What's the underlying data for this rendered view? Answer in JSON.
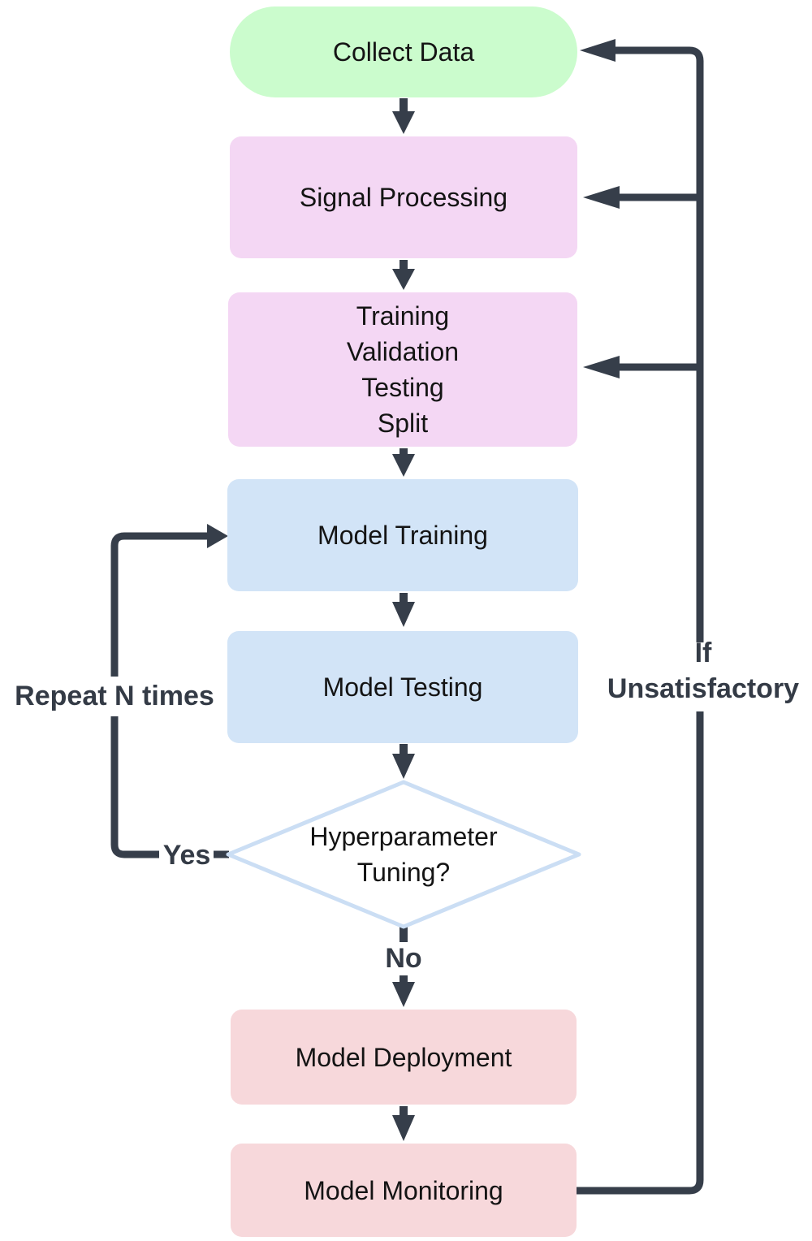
{
  "title": "ML workflow flowchart",
  "colors": {
    "green": "#cbfccd",
    "lavender": "#f4d7f4",
    "blue": "#d2e4f7",
    "rose": "#f7d8db",
    "diamond_border": "#cbdef4",
    "diamond_fill": "#ffffff",
    "connector": "#363e4a",
    "label_text": "#343b46",
    "node_text": "#141414"
  },
  "nodes": [
    {
      "id": "collect-data",
      "shape": "stadium",
      "label": "Collect Data"
    },
    {
      "id": "signal-processing",
      "shape": "rect",
      "label": "Signal Processing"
    },
    {
      "id": "train-validation-test-split",
      "shape": "rect",
      "lines": [
        "Training",
        "Validation",
        "Testing",
        "Split"
      ]
    },
    {
      "id": "model-training",
      "shape": "rect",
      "label": "Model Training"
    },
    {
      "id": "model-testing",
      "shape": "rect",
      "label": "Model Testing"
    },
    {
      "id": "hyperparameter-tuning",
      "shape": "diamond",
      "lines": [
        "Hyperparameter",
        "Tuning?"
      ]
    },
    {
      "id": "model-deployment",
      "shape": "rect",
      "label": "Model Deployment"
    },
    {
      "id": "model-monitoring",
      "shape": "rect",
      "label": "Model Monitoring"
    }
  ],
  "edge_labels": {
    "yes": "Yes",
    "no": "No",
    "repeat_n_times": "Repeat N times",
    "if_unsatisfactory_line1": "If",
    "if_unsatisfactory_line2": "Unsatisfactory"
  }
}
